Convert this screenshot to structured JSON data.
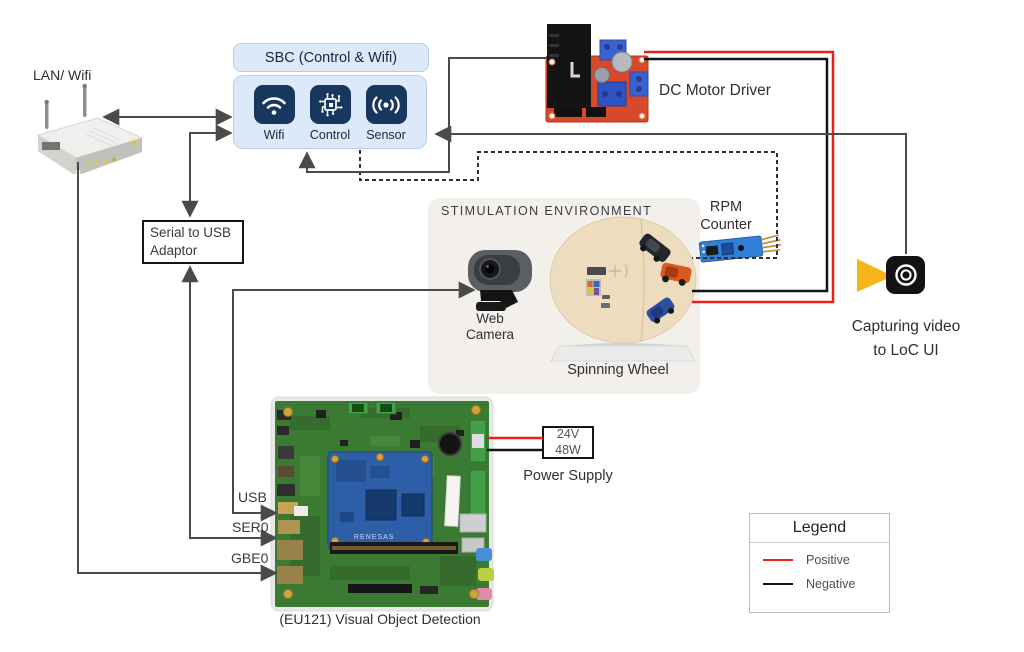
{
  "colors": {
    "positive": "#e8211d",
    "negative": "#141414",
    "wire_gray": "#4a4a4a",
    "sbc_fill": "#dce9f8",
    "tile_navy": "#17375e",
    "stim_fill": "#f3f0ec",
    "capture_yellow": "#f6b41b"
  },
  "router": {
    "label": "LAN/ Wifi"
  },
  "sbc": {
    "title": "SBC (Control & Wifi)",
    "modules": [
      {
        "label": "Wifi",
        "icon": "wifi-icon"
      },
      {
        "label": "Control",
        "icon": "chip-circuit-icon"
      },
      {
        "label": "Sensor",
        "icon": "broadcast-icon"
      }
    ]
  },
  "motor_driver": {
    "label": "DC Motor Driver"
  },
  "serial_adaptor": {
    "line1": "Serial to USB",
    "line2": "Adaptor"
  },
  "stimulation": {
    "title": "STIMULATION ENVIRONMENT",
    "webcam": {
      "line1": "Web",
      "line2": "Camera"
    },
    "wheel_label": "Spinning Wheel"
  },
  "rpm": {
    "line1": "RPM",
    "line2": "Counter"
  },
  "capture": {
    "line1": "Capturing video",
    "line2": "to LoC UI"
  },
  "board": {
    "port_usb": "USB",
    "port_ser0": "SER0",
    "port_gbe0": "GBE0",
    "module_brand": "RENESAS",
    "caption": "(EU121) Visual Object Detection"
  },
  "power_supply": {
    "value_top": "24V",
    "value_bottom": "48W",
    "label": "Power Supply"
  },
  "legend": {
    "title": "Legend",
    "items": [
      {
        "label": "Positive",
        "color": "#e8211d"
      },
      {
        "label": "Negative",
        "color": "#141414"
      }
    ]
  }
}
